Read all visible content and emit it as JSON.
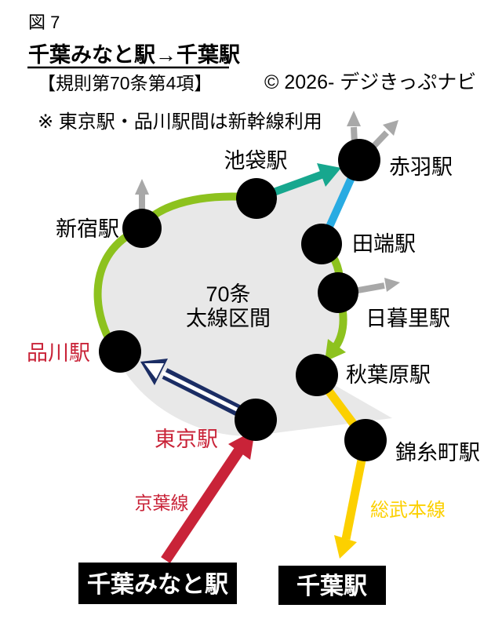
{
  "header": {
    "figure_no": "図 7",
    "title": "千葉みなと駅→千葉駅",
    "rule_ref": "【規則第70条第4項】",
    "copyright": "© 2026- デジきっぷナビ",
    "note": "※ 東京駅・品川駅間は新幹線利用"
  },
  "region": {
    "line1": "70条",
    "line2": "太線区間"
  },
  "stations": {
    "ikebukuro": {
      "name": "池袋駅"
    },
    "akabane": {
      "name": "赤羽駅"
    },
    "shinjuku": {
      "name": "新宿駅"
    },
    "tabata": {
      "name": "田端駅"
    },
    "nippori": {
      "name": "日暮里駅"
    },
    "akihabara": {
      "name": "秋葉原駅"
    },
    "shinagawa": {
      "name": "品川駅"
    },
    "tokyo": {
      "name": "東京駅"
    },
    "kinshicho": {
      "name": "錦糸町駅"
    }
  },
  "terminals": {
    "chiba_minato": {
      "name": "千葉みなと駅"
    },
    "chiba": {
      "name": "千葉駅"
    }
  },
  "lines": {
    "keiyo": {
      "name": "京葉線"
    },
    "sobu_main": {
      "name": "総武本線"
    }
  },
  "colors": {
    "keiyo_red": "#c92338",
    "loop_green": "#8dc21e",
    "teal_line": "#17a78e",
    "sky_blue": "#29abe2",
    "navy": "#1b2d64",
    "line_yellow": "#fcd000",
    "gray_arrow": "#a8a8a8",
    "blob_gray": "#e8e8e8",
    "station_black": "#000000"
  }
}
